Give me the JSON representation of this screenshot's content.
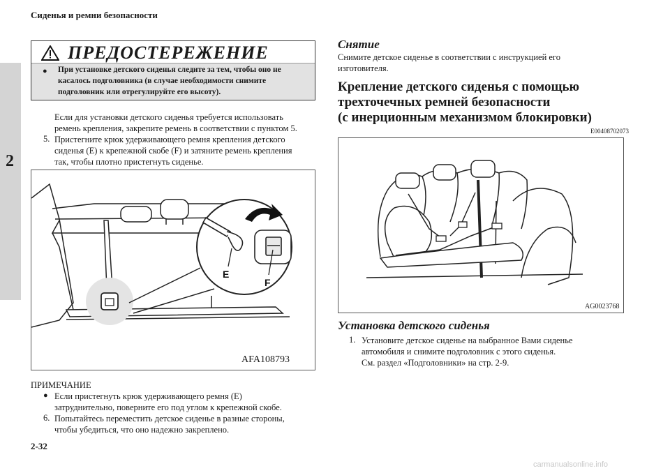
{
  "header": {
    "section_title": "Сиденья и ремни безопасности"
  },
  "chapter": {
    "number": "2"
  },
  "page": {
    "number": "2-32"
  },
  "warning": {
    "title": "ПРЕДОСТЕРЕЖЕНИЕ",
    "bullet": "●",
    "lines": [
      "При установке детского сиденья следите за тем, чтобы оно не",
      "касалось подголовника (в случае необходимости снимите",
      "подголовник или отрегулируйте его высоту)."
    ]
  },
  "left_text": {
    "para_lines": [
      "Если для установки детского сиденья требуется использовать",
      "ремень крепления, закрепите ремень в соответствии с пунктом 5."
    ],
    "step5": {
      "num": "5.",
      "lines": [
        "Пристегните крюк удерживающего ремня крепления детского",
        "сиденья (E) к крепежной скобе (F) и затяните ремень крепления",
        "так, чтобы плотно пристегнуть сиденье."
      ]
    },
    "figure": {
      "label": "AFA108793",
      "callout_e": "E",
      "callout_f": "F"
    },
    "note_title": "ПРИМЕЧАНИЕ",
    "note": {
      "bullet": "●",
      "lines": [
        "Если пристегнуть крюк удерживающего ремня (E)",
        "затруднительно, поверните его под углом к крепежной скобе."
      ]
    },
    "step6": {
      "num": "6.",
      "lines": [
        "Попытайтесь переместить детское сиденье в разные стороны,",
        "чтобы убедиться, что оно надежно закреплено."
      ]
    }
  },
  "right_text": {
    "removal_title": "Снятие",
    "removal_lines": [
      "Снимите детское сиденье в соответствии с инструкцией его",
      "изготовителя."
    ],
    "heading_lines": [
      "Крепление детского сиденья с помощью",
      "трехточечных ремней безопасности",
      "(с инерционным механизмом блокировки)"
    ],
    "code": "E00408702073",
    "figure_label": "AG0023768",
    "install_title": "Установка детского сиденья",
    "step1": {
      "num": "1.",
      "lines": [
        "Установите детское сиденье на выбранное Вами сиденье",
        "автомобиля и снимите подголовник с этого сиденья.",
        "См. раздел «Подголовники» на стр. 2-9."
      ]
    }
  },
  "watermark": "carmanualsonline.info"
}
